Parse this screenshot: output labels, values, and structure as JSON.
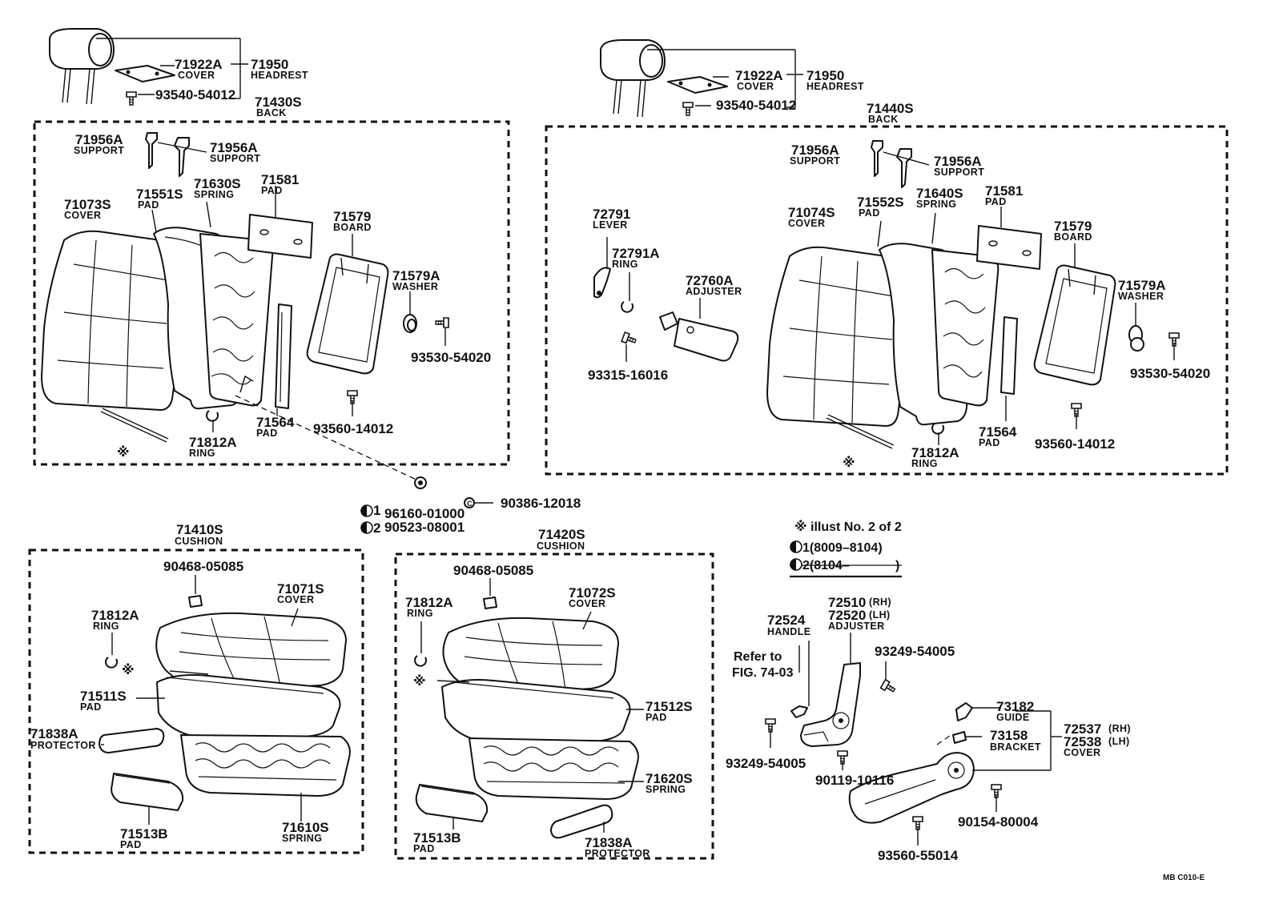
{
  "labels": {
    "l_71922a": {
      "num": "71922A",
      "name": "COVER"
    },
    "l_71950": {
      "num": "71950",
      "name": "HEADREST"
    },
    "l_93540_l": {
      "num": "93540-54012"
    },
    "l_71430s": {
      "num": "71430S",
      "name": "BACK"
    },
    "l_71956a_l1": {
      "num": "71956A",
      "name": "SUPPORT"
    },
    "l_71956a_l2": {
      "num": "71956A",
      "name": "SUPPORT"
    },
    "l_71073s": {
      "num": "71073S",
      "name": "COVER"
    },
    "l_71551s": {
      "num": "71551S",
      "name": "PAD"
    },
    "l_71630s": {
      "num": "71630S",
      "name": "SPRING"
    },
    "l_71581_l": {
      "num": "71581",
      "name": "PAD"
    },
    "l_71579_l": {
      "num": "71579",
      "name": "BOARD"
    },
    "l_71579a_l": {
      "num": "71579A",
      "name": "WASHER"
    },
    "l_93530_l": {
      "num": "93530-54020"
    },
    "l_71564_l": {
      "num": "71564",
      "name": "PAD"
    },
    "l_93560_l": {
      "num": "93560-14012"
    },
    "l_71812a_l": {
      "num": "71812A",
      "name": "RING"
    },
    "l_90386": {
      "num": "90386-12018"
    },
    "l_96160": {
      "num": "96160-01000"
    },
    "l_90523": {
      "num": "90523-08001"
    },
    "r_71922a": {
      "num": "71922A",
      "name": "COVER"
    },
    "r_71950": {
      "num": "71950",
      "name": "HEADREST"
    },
    "r_93540": {
      "num": "93540-54012"
    },
    "r_71440s": {
      "num": "71440S",
      "name": "BACK"
    },
    "r_71956a_1": {
      "num": "71956A",
      "name": "SUPPORT"
    },
    "r_71956a_2": {
      "num": "71956A",
      "name": "SUPPORT"
    },
    "r_72791": {
      "num": "72791",
      "name": "LEVER"
    },
    "r_72791a": {
      "num": "72791A",
      "name": "RING"
    },
    "r_72760a": {
      "num": "72760A",
      "name": "ADJUSTER"
    },
    "r_93315": {
      "num": "93315-16016"
    },
    "r_71074s": {
      "num": "71074S",
      "name": "COVER"
    },
    "r_71552s": {
      "num": "71552S",
      "name": "PAD"
    },
    "r_71640s": {
      "num": "71640S",
      "name": "SPRING"
    },
    "r_71581": {
      "num": "71581",
      "name": "PAD"
    },
    "r_71579": {
      "num": "71579",
      "name": "BOARD"
    },
    "r_71579a": {
      "num": "71579A",
      "name": "WASHER"
    },
    "r_93530": {
      "num": "93530-54020"
    },
    "r_71564": {
      "num": "71564",
      "name": "PAD"
    },
    "r_93560": {
      "num": "93560-14012"
    },
    "r_71812a": {
      "num": "71812A",
      "name": "RING"
    },
    "c1_71410s": {
      "num": "71410S",
      "name": "CUSHION"
    },
    "c1_90468": {
      "num": "90468-05085"
    },
    "c1_71071s": {
      "num": "71071S",
      "name": "COVER"
    },
    "c1_71812a": {
      "num": "71812A",
      "name": "RING"
    },
    "c1_71511s": {
      "num": "71511S",
      "name": "PAD"
    },
    "c1_71838a": {
      "num": "71838A",
      "name": "PROTECTOR"
    },
    "c1_71513b": {
      "num": "71513B",
      "name": "PAD"
    },
    "c1_71610s": {
      "num": "71610S",
      "name": "SPRING"
    },
    "c2_71420s": {
      "num": "71420S",
      "name": "CUSHION"
    },
    "c2_90468": {
      "num": "90468-05085"
    },
    "c2_71072s": {
      "num": "71072S",
      "name": "COVER"
    },
    "c2_71812a": {
      "num": "71812A",
      "name": "RING"
    },
    "c2_71512s": {
      "num": "71512S",
      "name": "PAD"
    },
    "c2_71620s": {
      "num": "71620S",
      "name": "SPRING"
    },
    "c2_71513b": {
      "num": "71513B",
      "name": "PAD"
    },
    "c2_71838a": {
      "num": "71838A",
      "name": "PROTECTOR"
    },
    "a_72524": {
      "num": "72524",
      "name": "HANDLE"
    },
    "a_72510": {
      "num": "72510",
      "suffix": "(RH)"
    },
    "a_72520": {
      "num": "72520",
      "suffix": "(LH)",
      "name": "ADJUSTER"
    },
    "a_93249_1": {
      "num": "93249-54005"
    },
    "a_93249_2": {
      "num": "93249-54005"
    },
    "a_90119": {
      "num": "90119-10116"
    },
    "a_73182": {
      "num": "73182",
      "name": "GUIDE"
    },
    "a_73158": {
      "num": "73158",
      "name": "BRACKET"
    },
    "a_72537": {
      "num": "72537",
      "suffix": "(RH)"
    },
    "a_72538": {
      "num": "72538",
      "suffix": "(LH)",
      "name": "COVER"
    },
    "a_90154": {
      "num": "90154-80004"
    },
    "a_93560": {
      "num": "93560-55014"
    }
  },
  "refer": {
    "line1": "Refer to",
    "line2": "FIG. 74-03"
  },
  "legend": {
    "illust": "※ illust No. 2 of 2",
    "mark1": "1(8009–8104)",
    "mark2": "2(8104–",
    "mark2_close": ")",
    "index1": "1",
    "index2": "2"
  },
  "asterisk": "※",
  "footer_code": "MB  C010-E"
}
